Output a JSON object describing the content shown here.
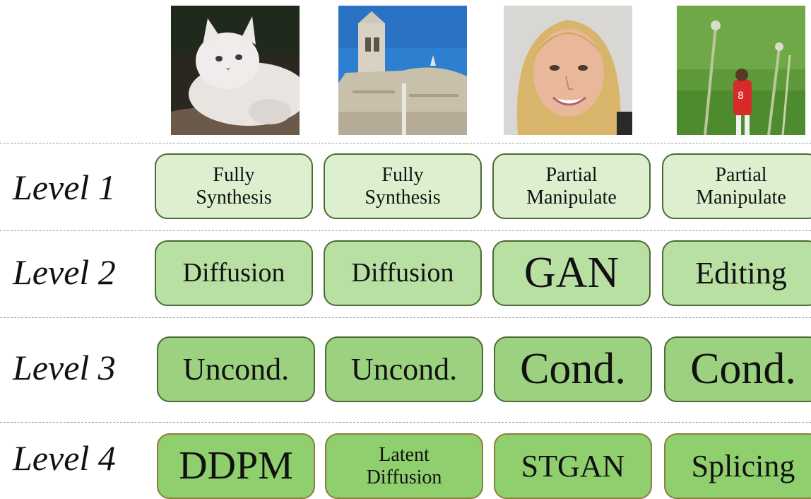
{
  "levels": [
    {
      "label": "Level 1",
      "boxes": [
        {
          "line1": "Fully",
          "line2": "Synthesis"
        },
        {
          "line1": "Fully",
          "line2": "Synthesis"
        },
        {
          "line1": "Partial",
          "line2": "Manipulate"
        },
        {
          "line1": "Partial",
          "line2": "Manipulate"
        }
      ]
    },
    {
      "label": "Level 2",
      "boxes": [
        {
          "text": "Diffusion"
        },
        {
          "text": "Diffusion"
        },
        {
          "text": "GAN"
        },
        {
          "text": "Editing"
        }
      ]
    },
    {
      "label": "Level 3",
      "boxes": [
        {
          "text": "Uncond."
        },
        {
          "text": "Uncond."
        },
        {
          "text": "Cond."
        },
        {
          "text": "Cond."
        }
      ]
    },
    {
      "label": "Level 4",
      "boxes": [
        {
          "text": "DDPM"
        },
        {
          "line1": "Latent",
          "line2": "Diffusion"
        },
        {
          "text": "STGAN"
        },
        {
          "text": "Splicing"
        }
      ]
    }
  ],
  "colors": {
    "level1_fill": "#dcefcf",
    "level2_fill": "#b9e0a3",
    "level3_fill": "#9cd27f",
    "level4_fill": "#8fcf6e",
    "box_border": "#4c6a33",
    "divider": "#9a9a9a"
  }
}
